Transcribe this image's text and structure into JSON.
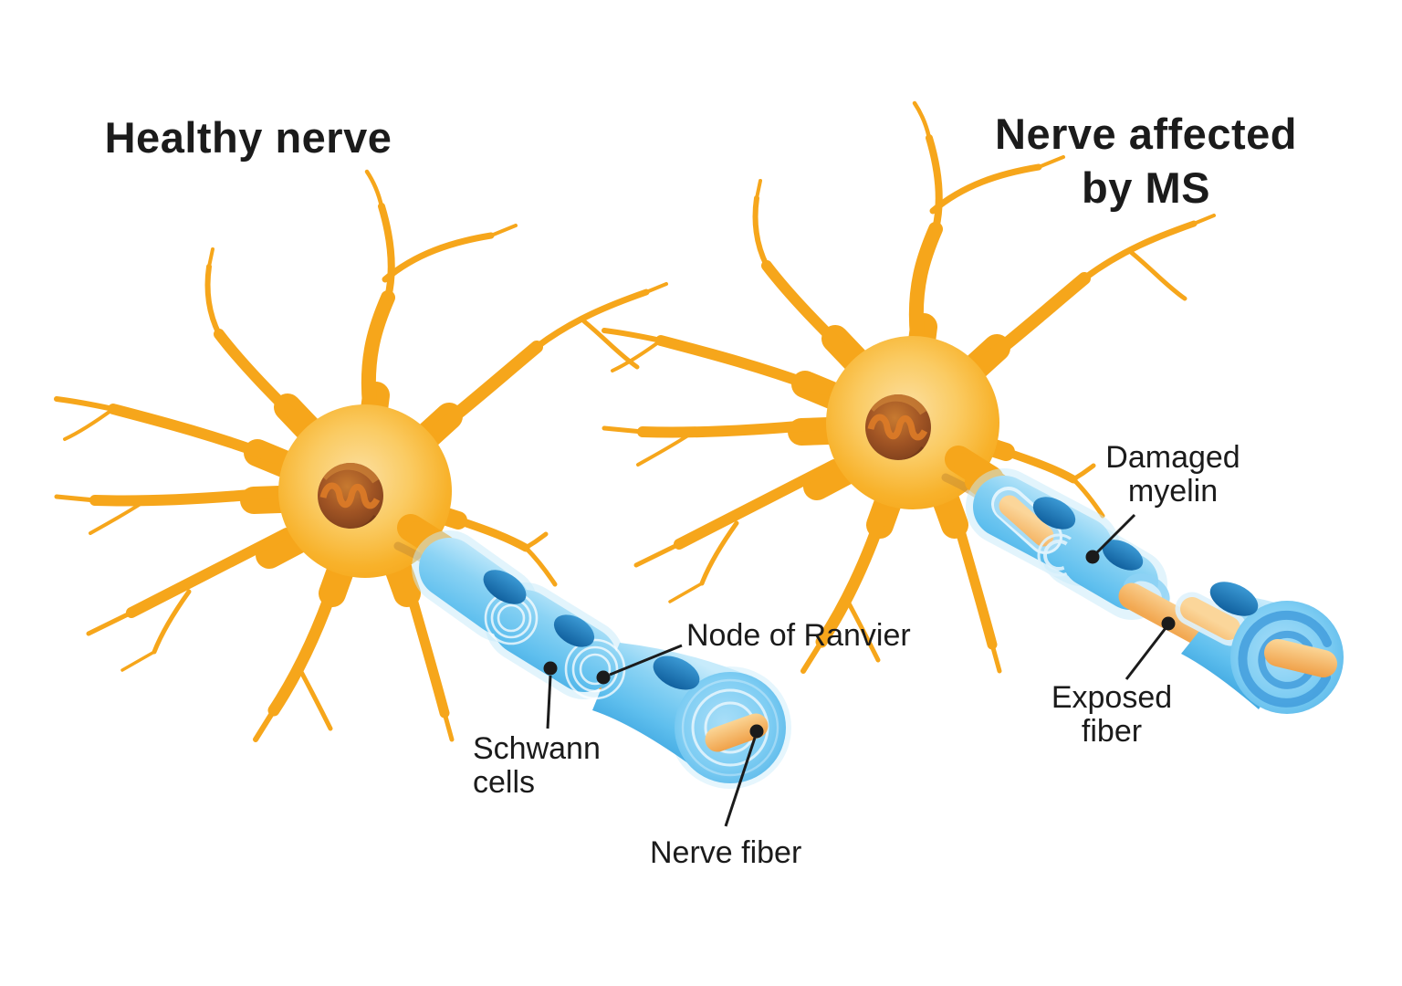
{
  "titles": {
    "left": "Healthy nerve",
    "right_line1": "Nerve affected",
    "right_line2": "by MS"
  },
  "labels": {
    "schwann_line1": "Schwann",
    "schwann_line2": "cells",
    "node_of_ranvier": "Node of Ranvier",
    "nerve_fiber": "Nerve fiber",
    "damaged_line1": "Damaged",
    "damaged_line2": "myelin",
    "exposed_line1": "Exposed",
    "exposed_line2": "fiber"
  },
  "colors": {
    "background": "#FFFFFF",
    "text": "#1B1B1B",
    "leader": "#1B1B1B",
    "dendrite": "#F6A61B",
    "soma-center": "#FCDFA0",
    "soma-edge": "#F6A81C",
    "nucleus": "#9A5524",
    "nucleus-dark": "#7C3E1B",
    "nucleus-swirl": "#DD7B27",
    "myelin-light": "#C7EBFB",
    "myelin": "#6FC7F1",
    "myelin-deep": "#46ACE3",
    "schwann-nucleus": "#11619F",
    "schwann-nucleus-light": "#3B99D4",
    "node-fiber": "#F2AC52",
    "fiber-light": "#FBD490",
    "swirl-stroke": "#3F9BDC"
  }
}
